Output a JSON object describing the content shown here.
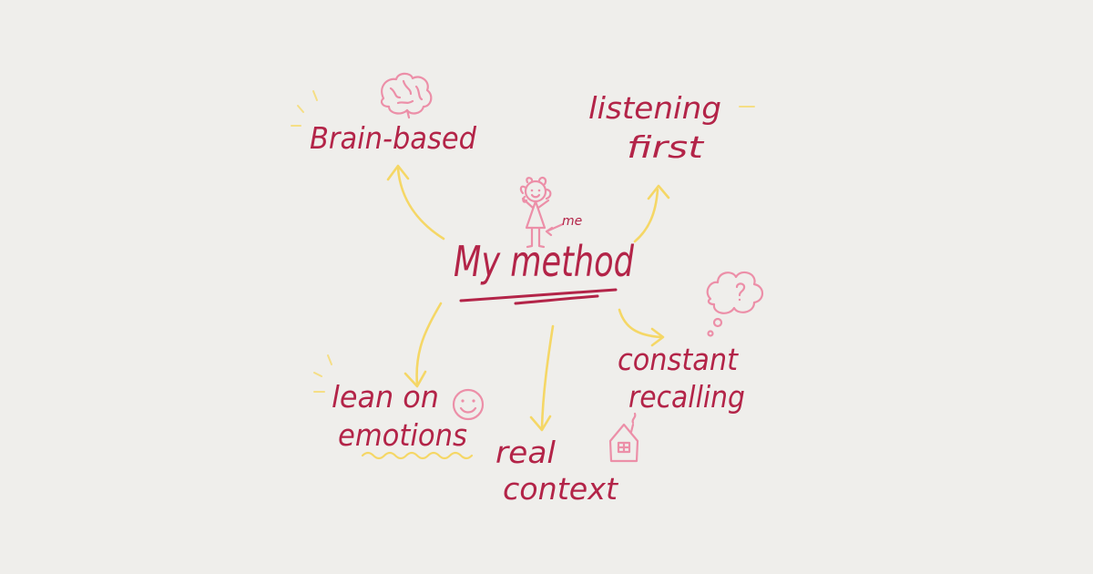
{
  "center": {
    "label": "My method",
    "me_label": "me"
  },
  "nodes": {
    "brain_based": "Brain-based",
    "listening_first": [
      "listening",
      "first"
    ],
    "lean_on_emotions": [
      "lean on",
      "emotions"
    ],
    "real_context": [
      "real",
      "context"
    ],
    "constant_recalling": [
      "constant",
      "recalling"
    ]
  },
  "icons": [
    "brain-icon",
    "stick-figure-icon",
    "smiley-icon",
    "thought-bubble-icon",
    "house-icon"
  ],
  "colors": {
    "background": "#efeeeb",
    "text": "#b32448",
    "arrows": "#f5d766",
    "doodles": "#ec8fa8"
  }
}
